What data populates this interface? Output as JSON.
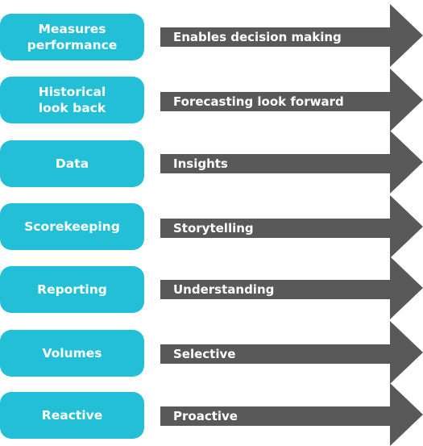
{
  "colors": {
    "pill": "#23bfd6",
    "arrow": "#595959",
    "text": "#ffffff"
  },
  "rows": [
    {
      "left": "Measures\nperformance",
      "right": "Enables decision making"
    },
    {
      "left": "Historical\nlook back",
      "right": "Forecasting look forward"
    },
    {
      "left": "Data",
      "right": "Insights"
    },
    {
      "left": "Scorekeeping",
      "right": "Storytelling"
    },
    {
      "left": "Reporting",
      "right": "Understanding"
    },
    {
      "left": "Volumes",
      "right": "Selective"
    },
    {
      "left": "Reactive",
      "right": "Proactive"
    }
  ]
}
